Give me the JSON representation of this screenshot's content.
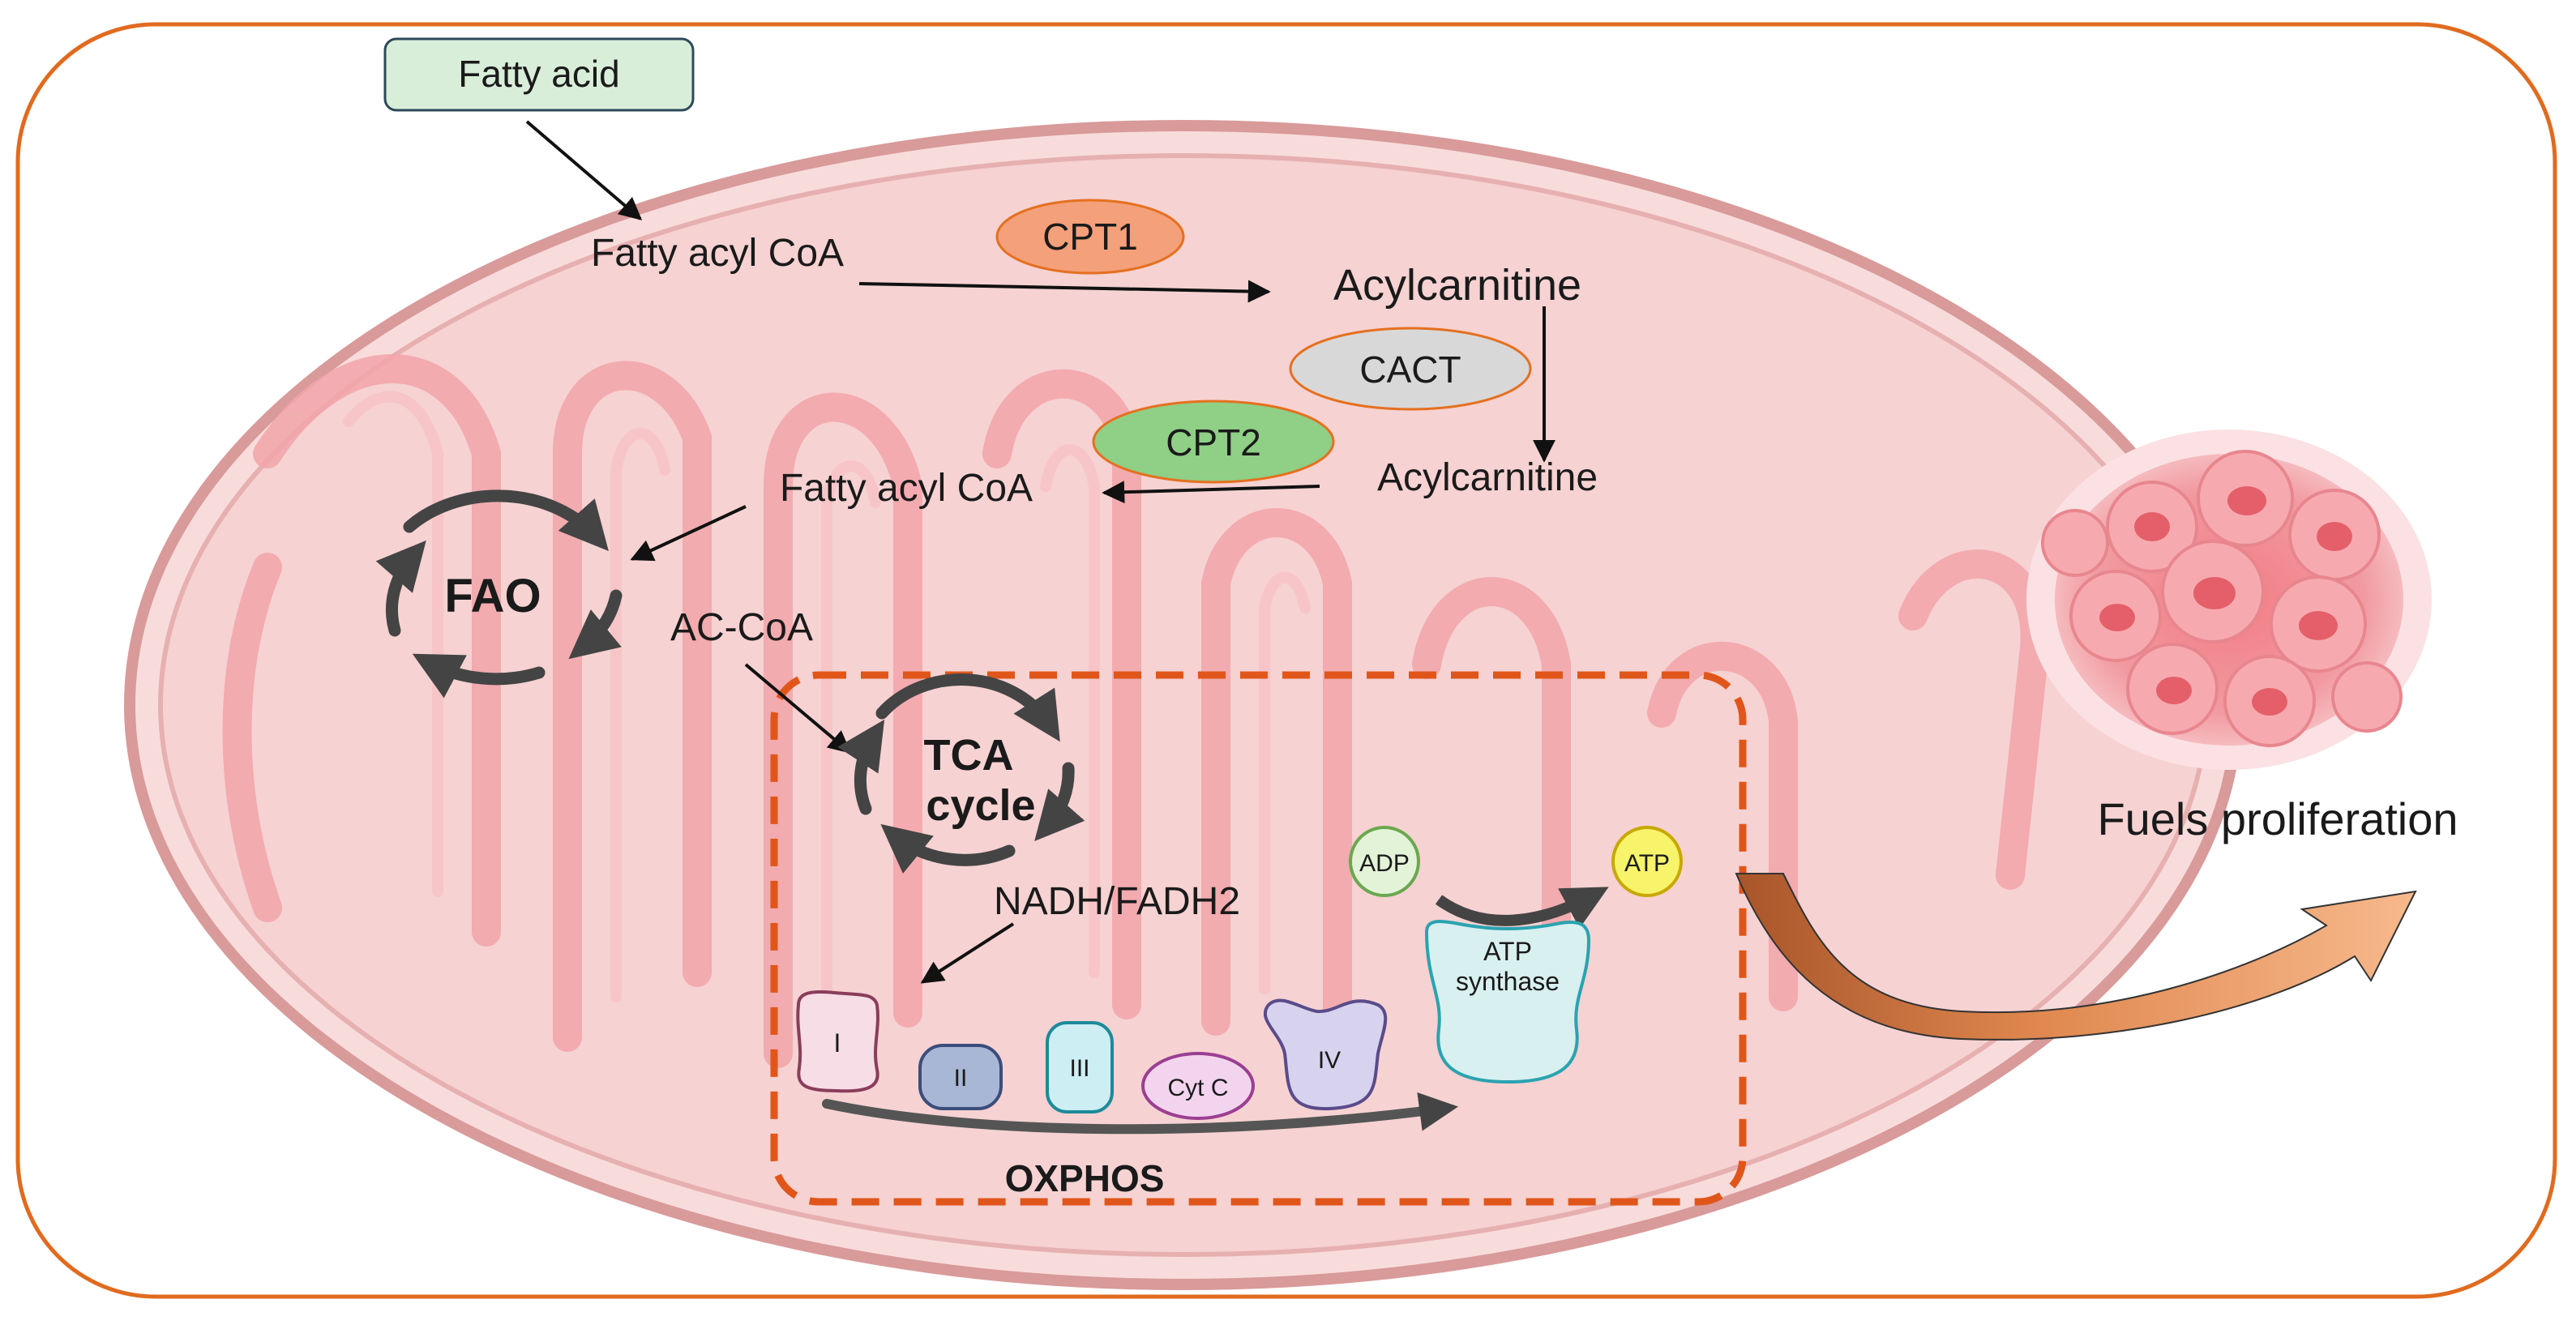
{
  "labels": {
    "fatty_acid": "Fatty acid",
    "fatty_acyl_coa_outer": "Fatty acyl CoA",
    "cpt1": "CPT1",
    "acylcarnitine_outer": "Acylcarnitine",
    "cact": "CACT",
    "cpt2": "CPT2",
    "acylcarnitine_inner": "Acylcarnitine",
    "fatty_acyl_coa_inner": "Fatty acyl CoA",
    "fao": "FAO",
    "ac_coa": "AC-CoA",
    "tca_line1": "TCA",
    "tca_line2": "cycle",
    "nadh": "NADH/FADH2",
    "adp": "ADP",
    "atp": "ATP",
    "atp_synthase_line1": "ATP",
    "atp_synthase_line2": "synthase",
    "complex_1": "I",
    "complex_2": "II",
    "complex_3": "III",
    "cyt_c": "Cyt C",
    "complex_4": "IV",
    "oxphos": "OXPHOS",
    "fuels": "Fuels proliferation"
  },
  "colors": {
    "cell_border": "#e06b1f",
    "mito_fill": "#f5c9c9",
    "mito_outer": "#d99a9a",
    "cristae": "#f09aa0",
    "fatty_acid_box": "#d9eed9",
    "cpt1": "#f4a07a",
    "cact": "#d8d8d8",
    "cpt2": "#8fcf86",
    "oxphos_border": "#e0561a",
    "adp_fill": "#e3f3d8",
    "atp_fill": "#f7f36a",
    "complex_1": "#f6dde6",
    "complex_2": "#a9b7d6",
    "complex_3": "#cdeef2",
    "cyt_c": "#f3d4ee",
    "complex_4": "#d7d2ee",
    "atp_synthase": "#d8f0ef",
    "tumor": "#ee7f86"
  },
  "icons": [
    "cycle-arrows-icon",
    "tumor-cluster-icon",
    "curved-arrow-icon"
  ]
}
